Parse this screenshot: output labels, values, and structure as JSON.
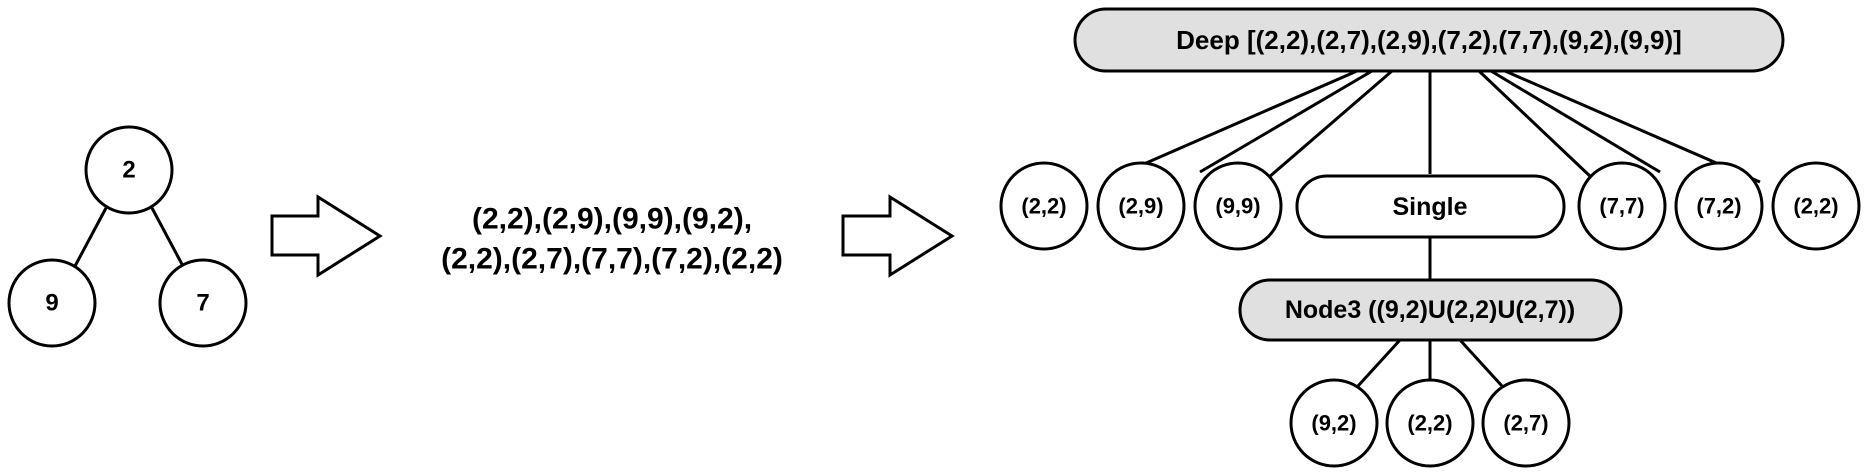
{
  "binary_tree": {
    "root": "2",
    "left": "9",
    "right": "7"
  },
  "sequence": {
    "line1": "(2,2),(2,9),(9,9),(9,2),",
    "line2": "(2,2),(2,7),(7,7),(7,2),(2,2)"
  },
  "finger_tree": {
    "deep_label": "Deep [(2,2),(2,7),(2,9),(7,2),(7,7),(9,2),(9,9)]",
    "prefix": [
      "(2,2)",
      "(2,9)",
      "(9,9)"
    ],
    "single_label": "Single",
    "suffix": [
      "(7,7)",
      "(7,2)",
      "(2,2)"
    ],
    "node3_label": "Node3 ((9,2)U(2,2)U(2,7))",
    "node3_children": [
      "(9,2)",
      "(2,2)",
      "(2,7)"
    ]
  },
  "colors": {
    "box_fill": "#e0e0e0",
    "line": "#000000",
    "background": "#ffffff"
  }
}
